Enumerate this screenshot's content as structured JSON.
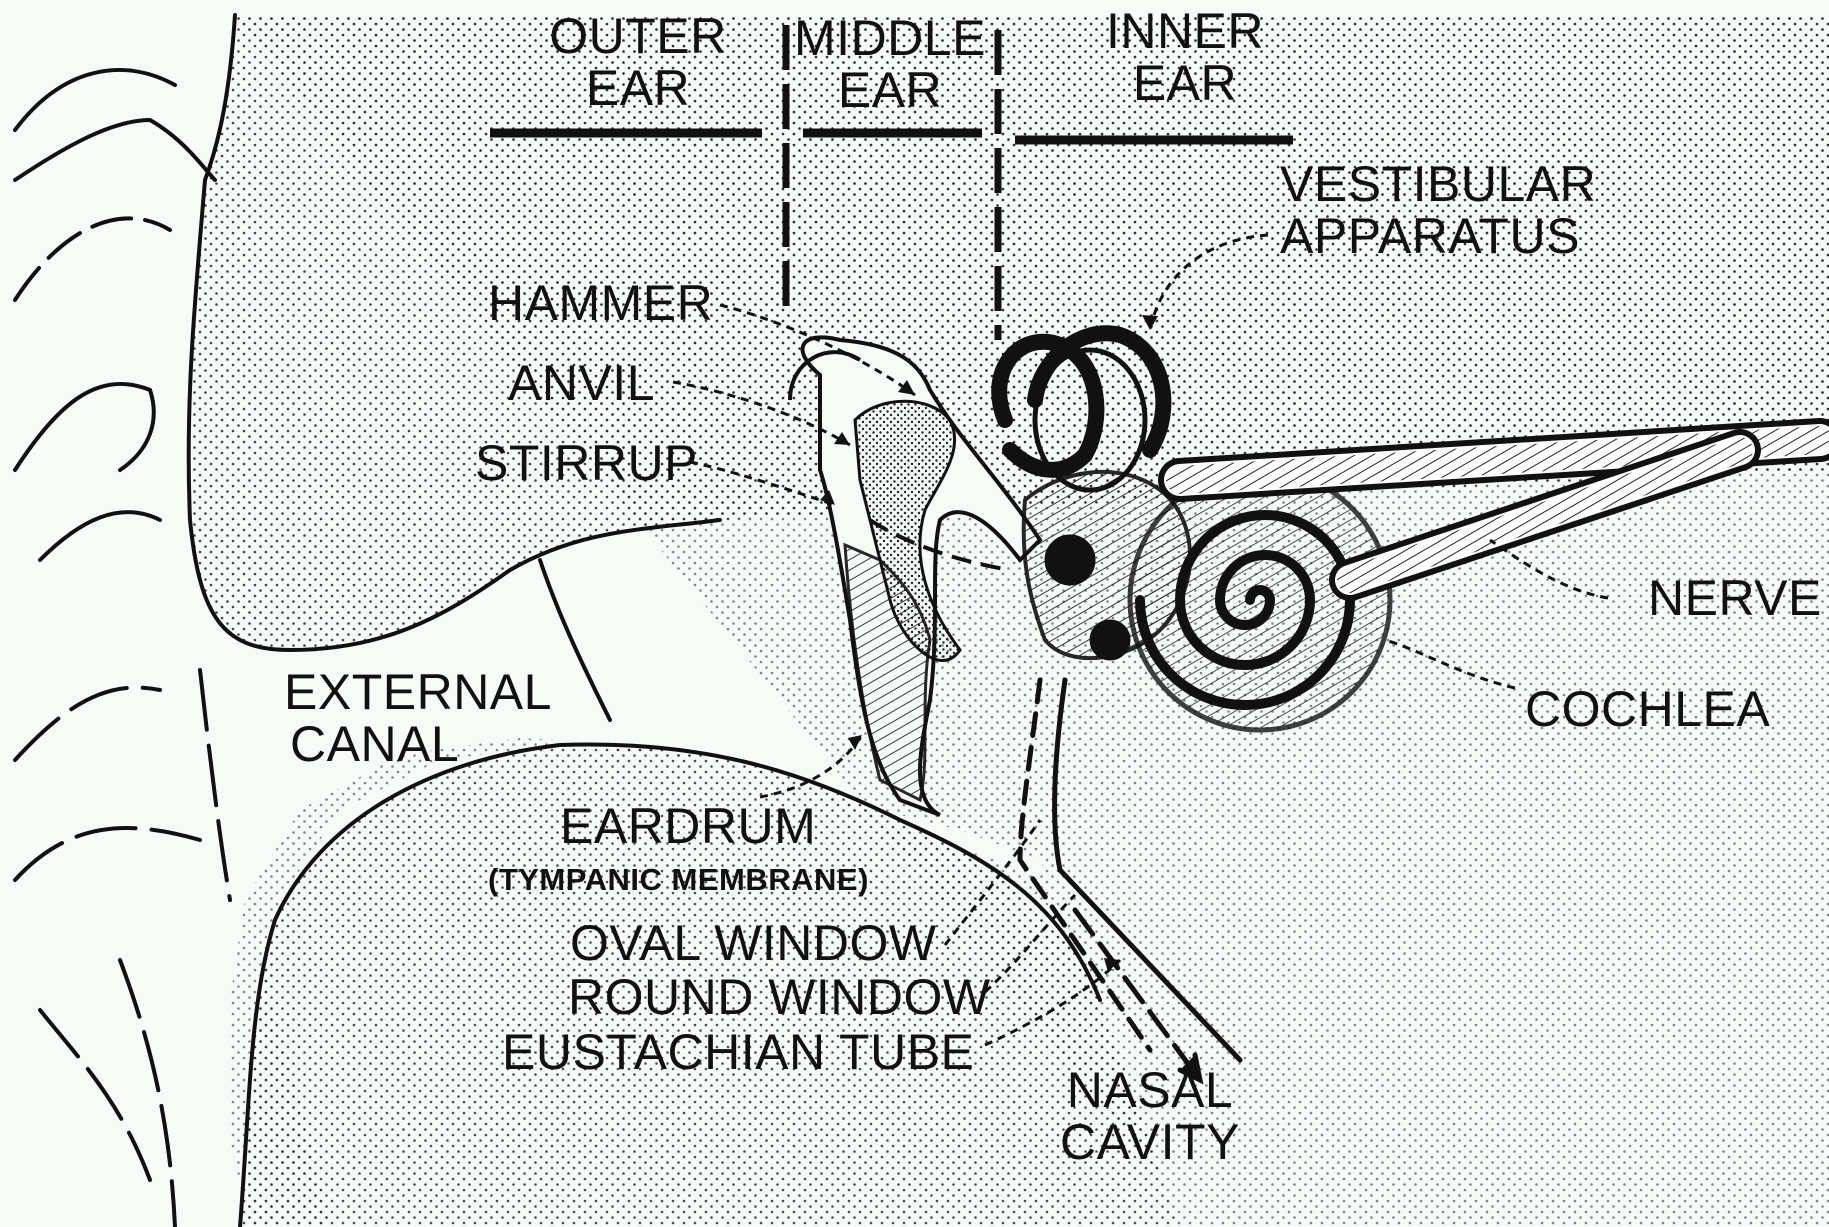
{
  "sections": {
    "outer_ear": [
      "OUTER",
      "EAR"
    ],
    "middle_ear": [
      "MIDDLE",
      "EAR"
    ],
    "inner_ear": [
      "INNER",
      "EAR"
    ]
  },
  "labels": {
    "vestibular": [
      "VESTIBULAR",
      "APPARATUS"
    ],
    "hammer": "HAMMER",
    "anvil": "ANVIL",
    "stirrup": "STIRRUP",
    "nerve": "NERVE",
    "cochlea": "COCHLEA",
    "external_canal": [
      "EXTERNAL",
      "CANAL"
    ],
    "eardrum": "EARDRUM",
    "tympanic": "(TYMPANIC MEMBRANE)",
    "oval_window": "OVAL WINDOW",
    "round_window": "ROUND WINDOW",
    "eustachian_tube": "EUSTACHIAN TUBE",
    "nasal_cavity": [
      "NASAL",
      "CAVITY"
    ]
  }
}
